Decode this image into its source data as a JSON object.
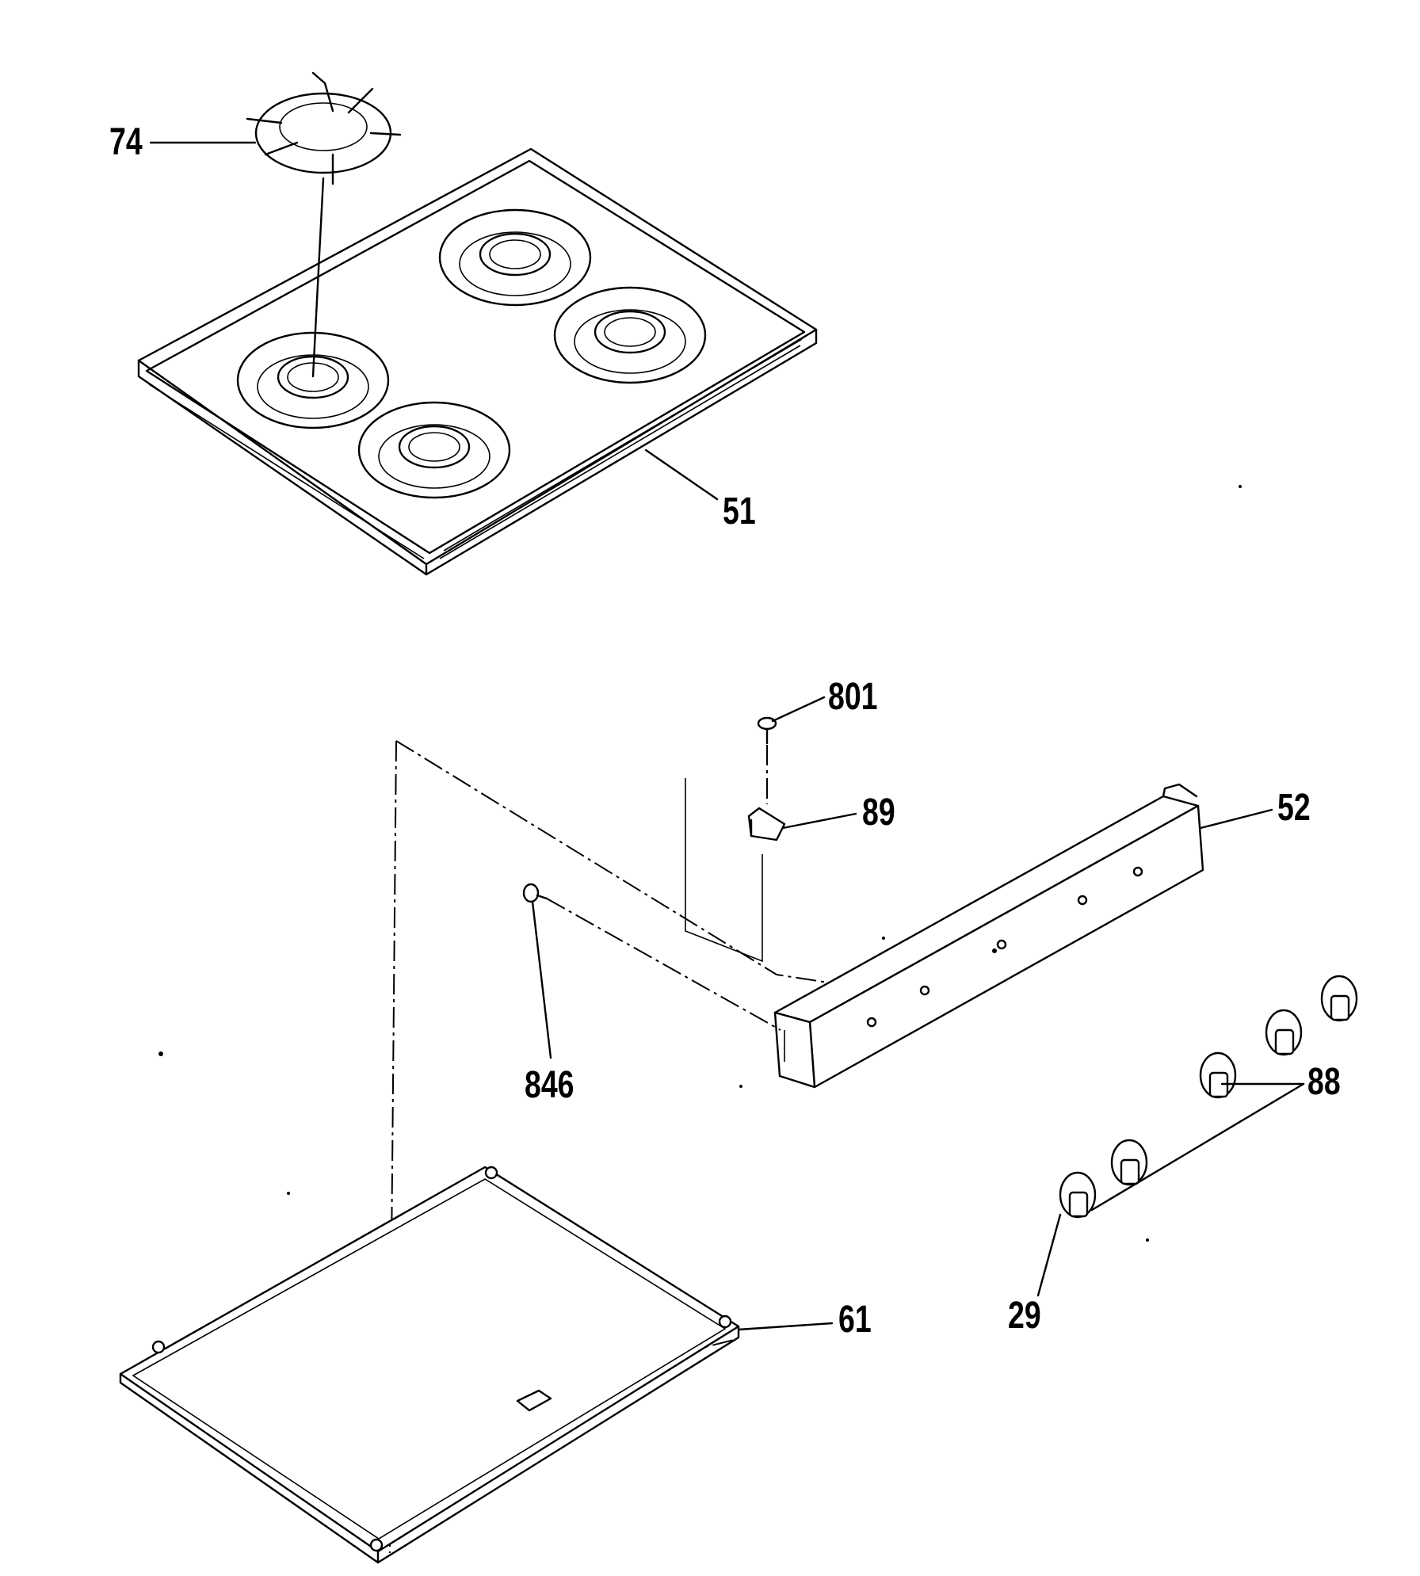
{
  "callouts": {
    "grate": "74",
    "cooktop": "51",
    "screw": "801",
    "bracket": "89",
    "manifold_panel": "52",
    "pin": "846",
    "knob_right": "88",
    "knob_left": "29",
    "bottom_panel": "61"
  },
  "colors": {
    "ink": "#000000",
    "paper": "#ffffff"
  }
}
